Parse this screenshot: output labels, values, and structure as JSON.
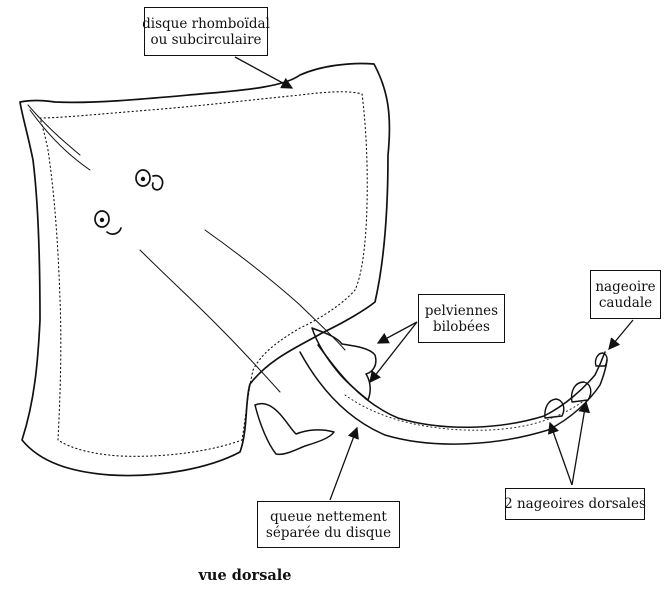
{
  "labels": {
    "disque": {
      "line1": "disque rhomboïdal",
      "line2": "ou subcirculaire"
    },
    "pelviennes": {
      "line1": "pelviennes",
      "line2": "bilobées"
    },
    "caudale": {
      "line1": "nageoire",
      "line2": "caudale"
    },
    "queue": {
      "line1": "queue nettement",
      "line2": "séparée du disque"
    },
    "dorsales": {
      "line1": "2 nageoires dorsales"
    }
  },
  "caption": "vue dorsale",
  "colors": {
    "ink": "#111111",
    "paper": "#ffffff"
  }
}
